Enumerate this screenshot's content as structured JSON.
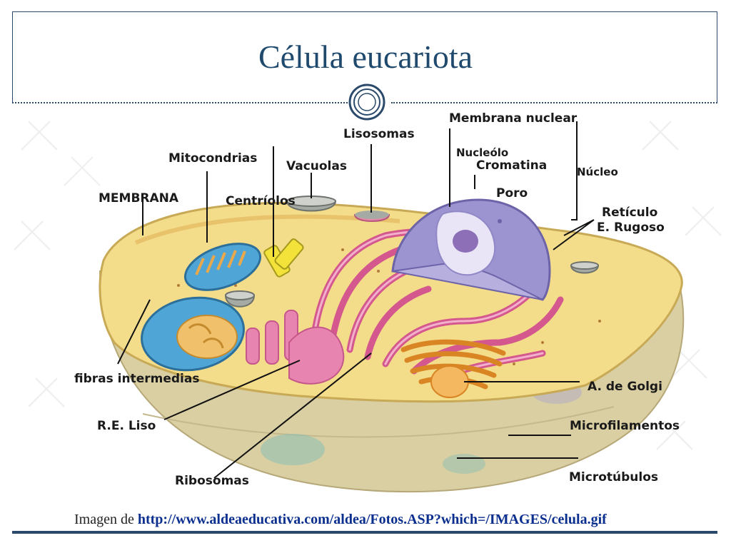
{
  "slide": {
    "title": "Célula eucariota"
  },
  "labels": {
    "membrana": "MEMBRANA",
    "mitocondrias": "Mitocondrias",
    "centriolos": "Centríolos",
    "vacuolas": "Vacuolas",
    "lisosomas": "Lisosomas",
    "membrana_nuclear": "Membrana nuclear",
    "nucleolo": "Nucleólo",
    "cromatina": "Cromatina",
    "nucleo": "Núcleo",
    "poro": "Poro",
    "reticulo_line1": "Retículo",
    "reticulo_line2": "E. Rugoso",
    "fibras": "fibras intermedias",
    "golgi": "A. de Golgi",
    "re_liso": "R.E. Liso",
    "microfilamentos": "Microfilamentos",
    "ribosomas": "Ribosomas",
    "microtubulos": "Microtúbulos"
  },
  "credit": {
    "prefix": "Imagen de",
    "url": "http://www.aldeaeducativa.com/aldea/Fotos.ASP?which=/IMAGES/celula.gif"
  },
  "colors": {
    "title": "#1f4a6e",
    "frame": "#2b4a6b",
    "cytoplasm": "#f3dc8a",
    "cell_body": "#d9cfa3",
    "er_rough": "#e07aa6",
    "nucleus": "#8f86c9",
    "mitochondria": "#4fa6d6",
    "golgi": "#f0a040",
    "centriole": "#f2e23a"
  }
}
